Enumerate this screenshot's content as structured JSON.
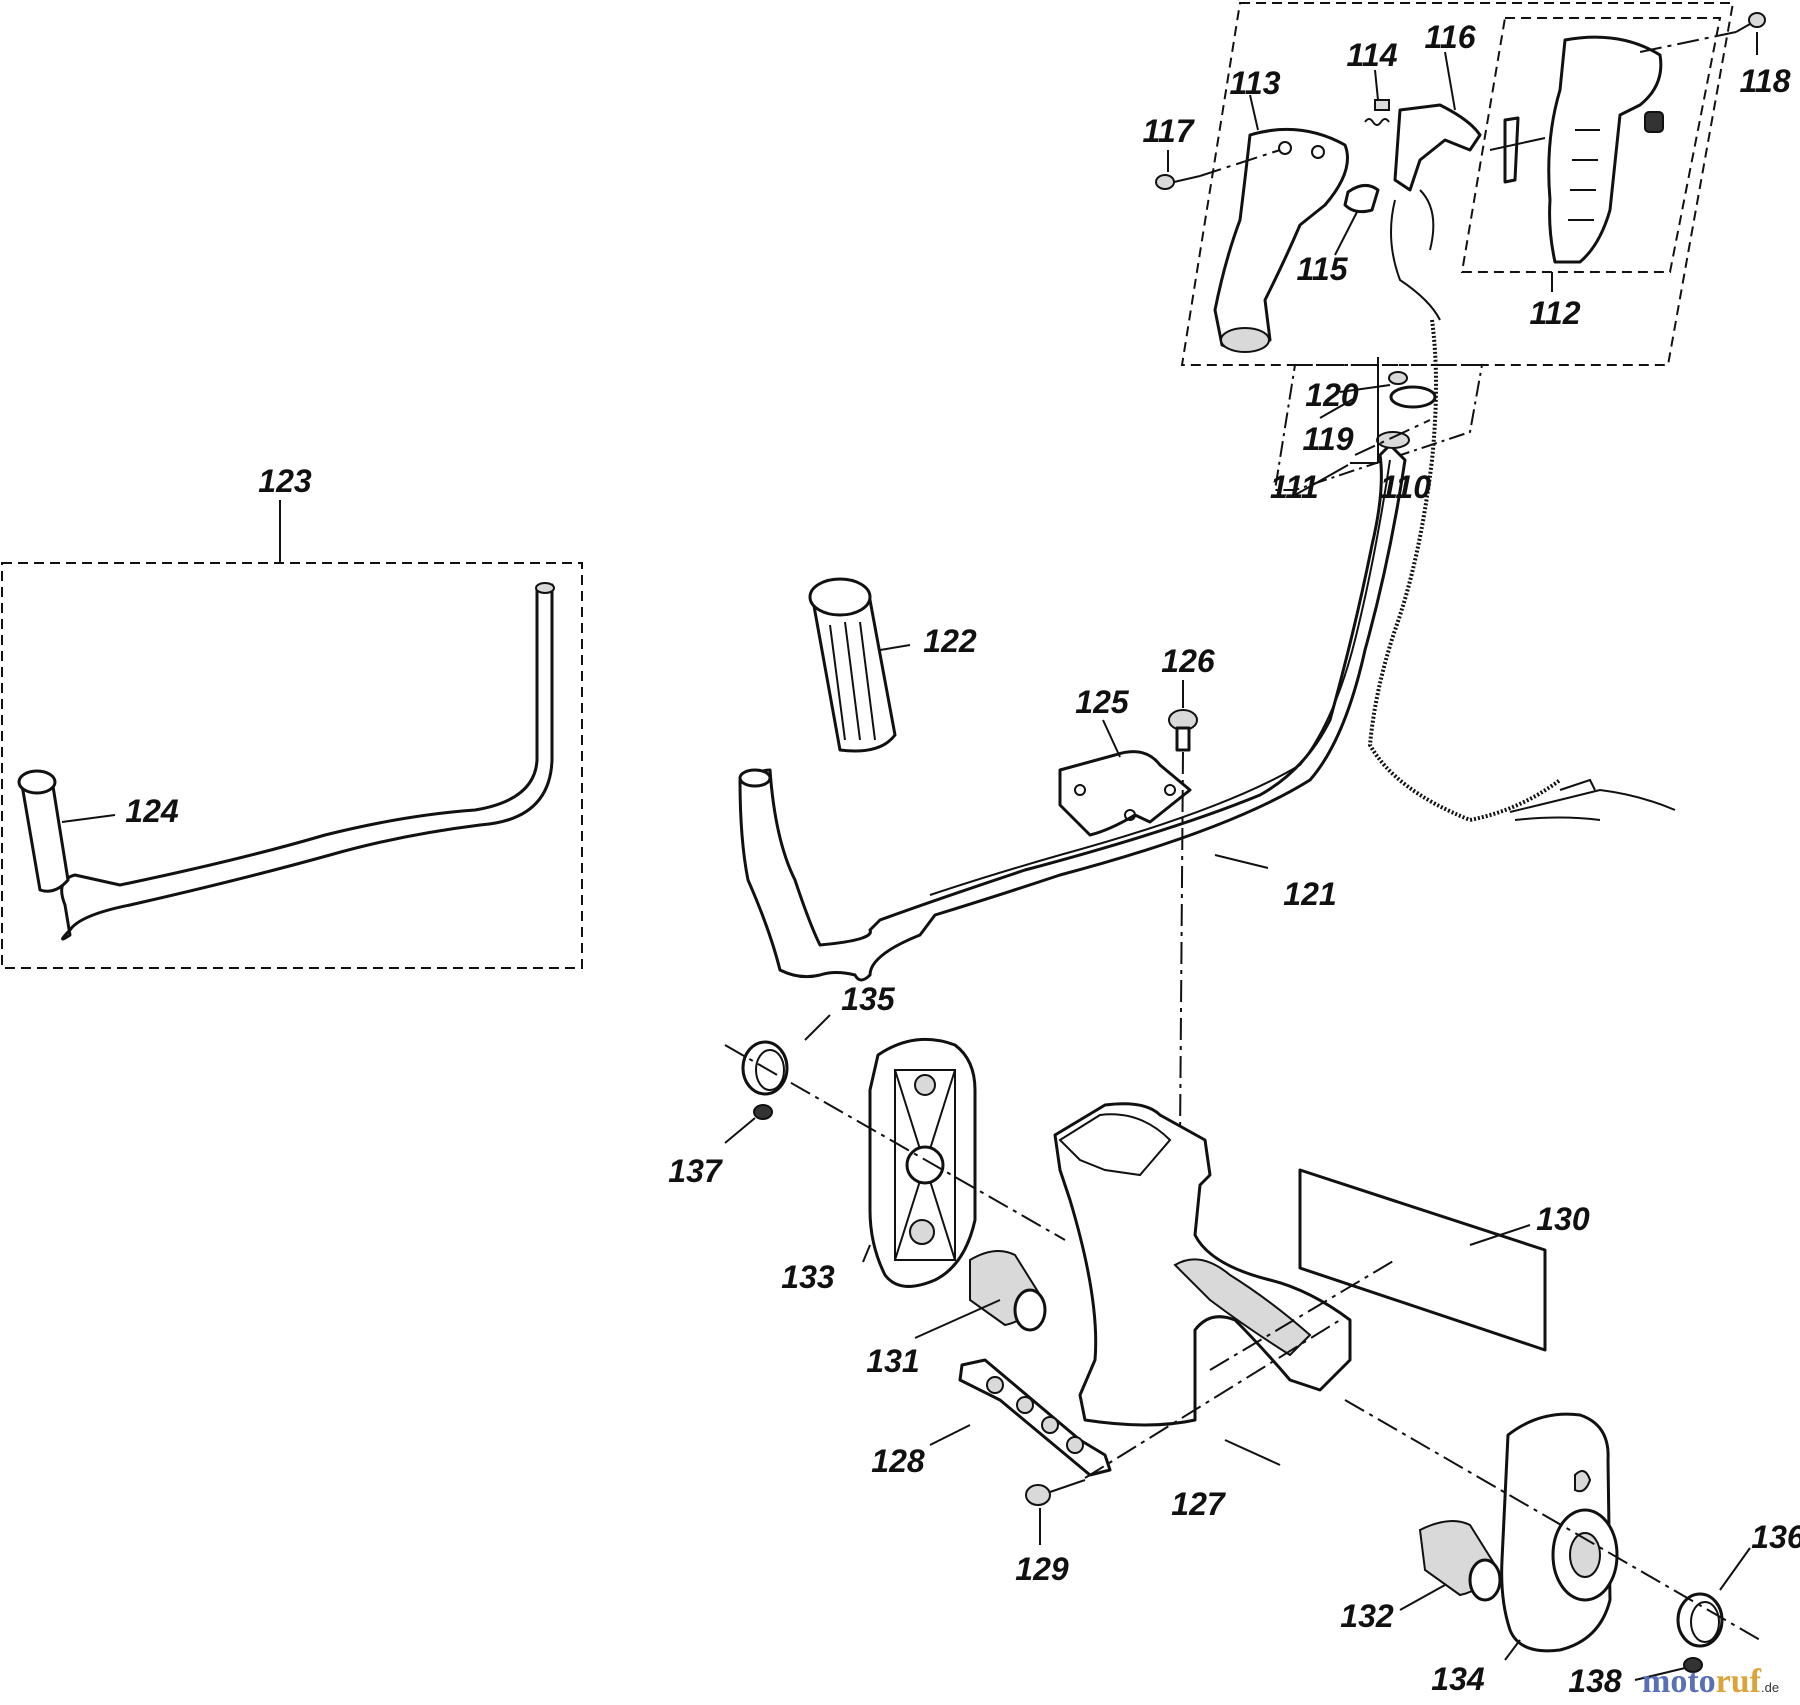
{
  "parts": [
    {
      "id": "p110",
      "number": "110"
    },
    {
      "id": "p111",
      "number": "111"
    },
    {
      "id": "p112",
      "number": "112"
    },
    {
      "id": "p113",
      "number": "113"
    },
    {
      "id": "p114",
      "number": "114"
    },
    {
      "id": "p115",
      "number": "115"
    },
    {
      "id": "p116",
      "number": "116"
    },
    {
      "id": "p117",
      "number": "117"
    },
    {
      "id": "p118",
      "number": "118"
    },
    {
      "id": "p119",
      "number": "119"
    },
    {
      "id": "p120",
      "number": "120"
    },
    {
      "id": "p121",
      "number": "121"
    },
    {
      "id": "p122",
      "number": "122"
    },
    {
      "id": "p123",
      "number": "123"
    },
    {
      "id": "p124",
      "number": "124"
    },
    {
      "id": "p125",
      "number": "125"
    },
    {
      "id": "p126",
      "number": "126"
    },
    {
      "id": "p127",
      "number": "127"
    },
    {
      "id": "p128",
      "number": "128"
    },
    {
      "id": "p129",
      "number": "129"
    },
    {
      "id": "p130",
      "number": "130"
    },
    {
      "id": "p131",
      "number": "131"
    },
    {
      "id": "p132",
      "number": "132"
    },
    {
      "id": "p133",
      "number": "133"
    },
    {
      "id": "p134",
      "number": "134"
    },
    {
      "id": "p135",
      "number": "135"
    },
    {
      "id": "p136",
      "number": "136"
    },
    {
      "id": "p137",
      "number": "137"
    },
    {
      "id": "p138",
      "number": "138"
    }
  ],
  "watermark": {
    "brand_a": "moto",
    "brand_b": "ruf",
    "suffix": ".de"
  }
}
